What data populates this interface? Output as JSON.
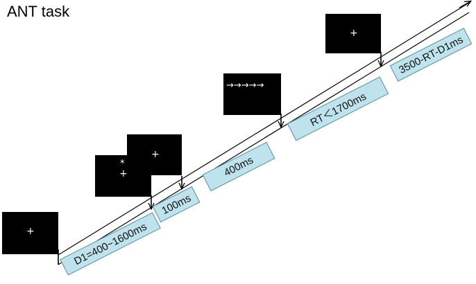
{
  "title": "ANT task",
  "screens": {
    "fixation_1": "+",
    "cue_star": "*",
    "cue_plus": "+",
    "fixation_2": "+",
    "target_arrows": "→→→→→",
    "fixation_final": "+"
  },
  "labels": {
    "d1": "D1=400~1600ms",
    "cue": "100ms",
    "fixation": "400ms",
    "target": "RT＜1700ms",
    "final": "3500-RT-D1ms"
  },
  "colors": {
    "screen_bg": "#000000",
    "screen_text": "#ffffff",
    "label_fill": "#bfe3ec",
    "label_border": "#5b8e9c",
    "arrow": "#000000"
  }
}
